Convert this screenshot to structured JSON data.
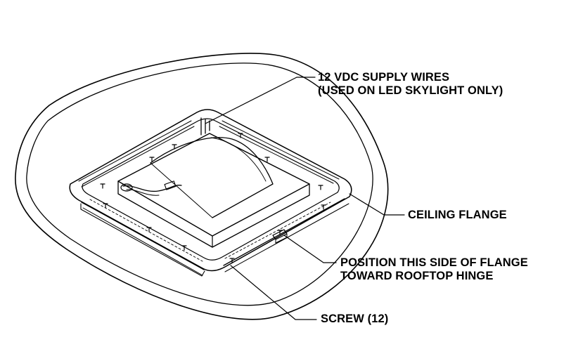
{
  "labels": {
    "supply_wires": {
      "line1": "12 VDC SUPPLY WIRES",
      "line2": "(USED ON LED SKYLIGHT ONLY)"
    },
    "ceiling_flange": {
      "line1": "CEILING FLANGE"
    },
    "position_side": {
      "line1": "POSITION THIS SIDE OF FLANGE",
      "line2": "TOWARD ROOFTOP HINGE"
    },
    "screw": {
      "line1": "SCREW (12)"
    }
  },
  "colors": {
    "line": "#000000",
    "background": "#ffffff"
  }
}
